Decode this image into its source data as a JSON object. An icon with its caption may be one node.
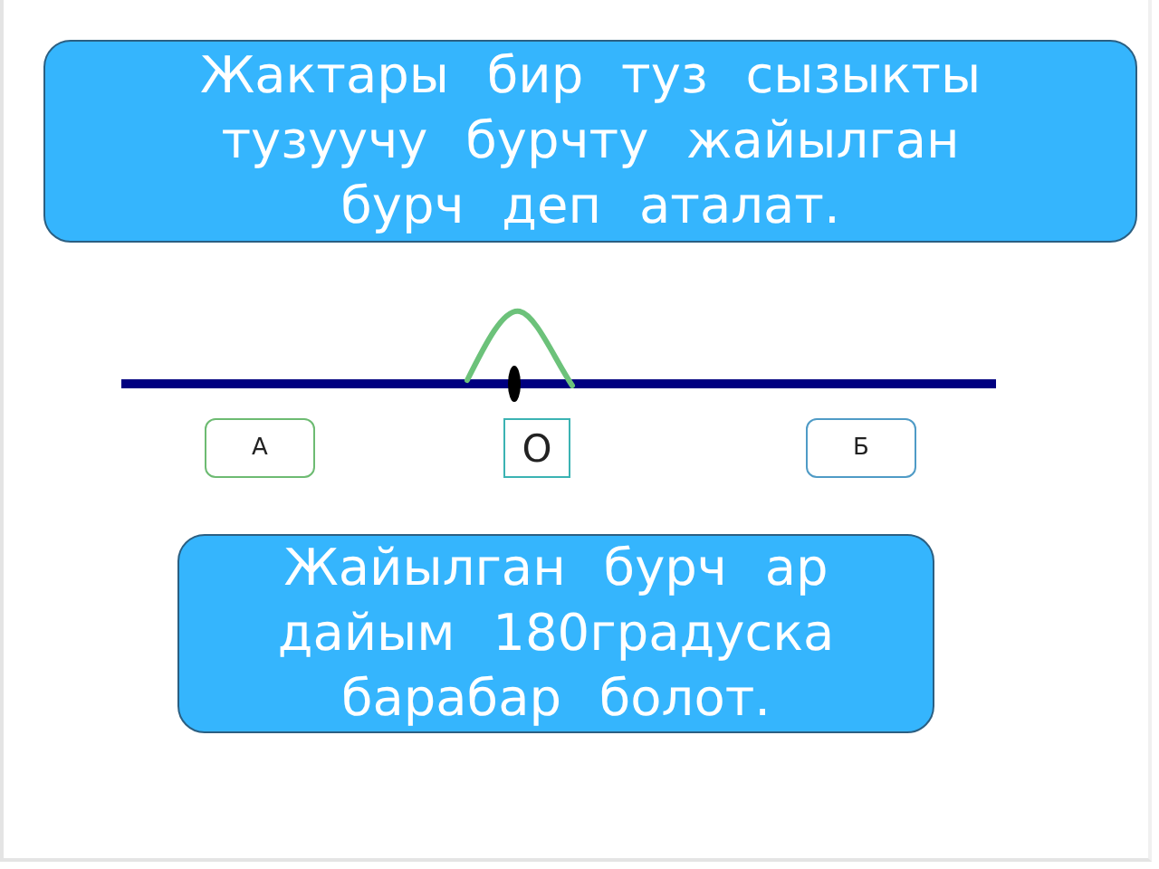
{
  "diagram": {
    "nodes": [
      {
        "text": [
          "Жактары бир туз сызыкты тузуучу бурчту жайылган бурч деп аталат."
        ]
      },
      {
        "text": [
          "А"
        ]
      },
      {
        "text": [
          "О"
        ]
      },
      {
        "text": [
          "Б"
        ]
      },
      {
        "text": [
          "Жайылган бурч ар дайым 180градуска барабар болот."
        ]
      }
    ]
  }
}
